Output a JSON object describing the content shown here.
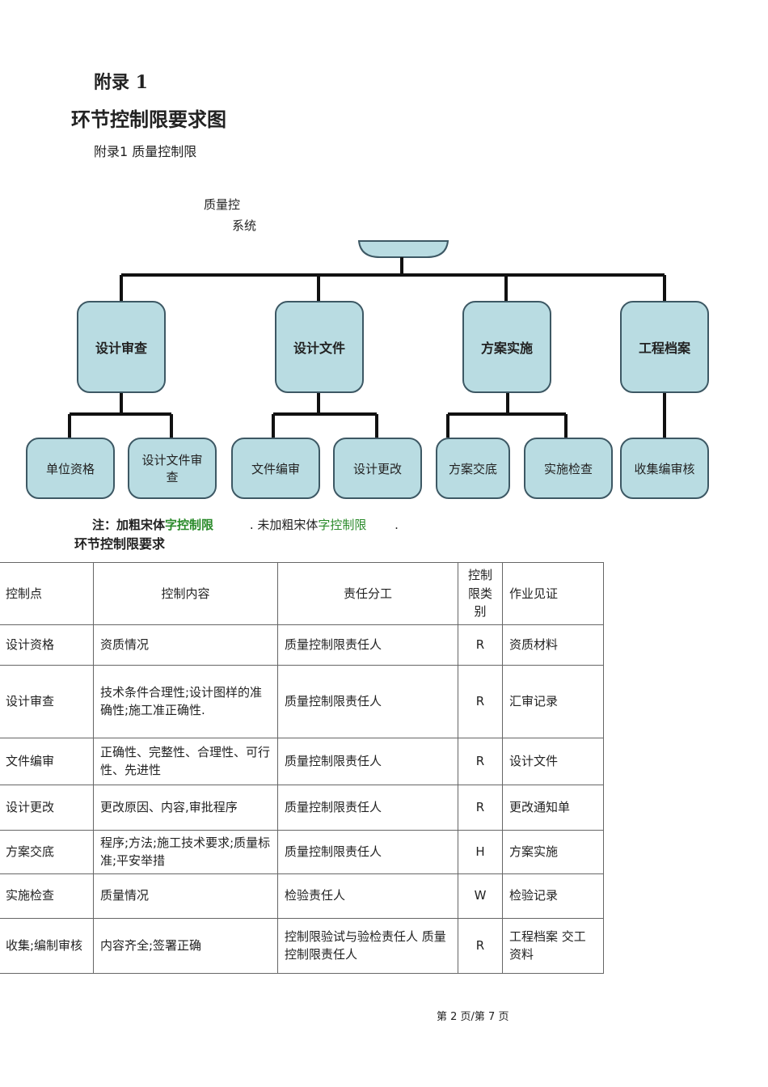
{
  "heading": {
    "appendix": "附录 1",
    "title": "环节控制限要求图",
    "subtitle": "附录1 质量控制限"
  },
  "root": {
    "line1": "质量控",
    "line2": "系统"
  },
  "level1": [
    "设计审查",
    "设计文件",
    "方案实施",
    "工程档案"
  ],
  "level2": [
    "单位资格",
    "设计文件审查",
    "文件编审",
    "设计更改",
    "方案交底",
    "实施检查",
    "收集编审核"
  ],
  "note": {
    "prefix": "注：加粗宋体",
    "bold_label": "字控制限",
    "mid": ". 未加粗宋体",
    "normal_label": "字控制限",
    "end": "."
  },
  "section_title": "环节控制限要求",
  "table": {
    "headers": [
      "控制点",
      "控制内容",
      "责任分工",
      "控制限类别",
      "作业见证"
    ],
    "rows": [
      [
        "设计资格",
        "资质情况",
        "质量控制限责任人",
        "R",
        "资质材料"
      ],
      [
        "设计审查",
        "技术条件合理性;设计图样的准确性;施工准正确性.",
        "质量控制限责任人",
        "R",
        "汇审记录"
      ],
      [
        "文件编审",
        "正确性、完整性、合理性、可行性、先进性",
        "质量控制限责任人",
        "R",
        "设计文件"
      ],
      [
        "设计更改",
        "更改原因、内容,审批程序",
        "质量控制限责任人",
        "R",
        "更改通知单"
      ],
      [
        "方案交底",
        "程序;方法;施工技术要求;质量标准;平安举措",
        "质量控制限责任人",
        "H",
        "方案实施"
      ],
      [
        "实施检查",
        "质量情况",
        "检验责任人",
        "W",
        "检验记录"
      ],
      [
        "收集;编制审核",
        "内容齐全;签署正确",
        "控制限验试与验检责任人 质量控制限责任人",
        "R",
        "工程档案 交工资料"
      ]
    ]
  },
  "footer": "第 2 页/第 7 页"
}
